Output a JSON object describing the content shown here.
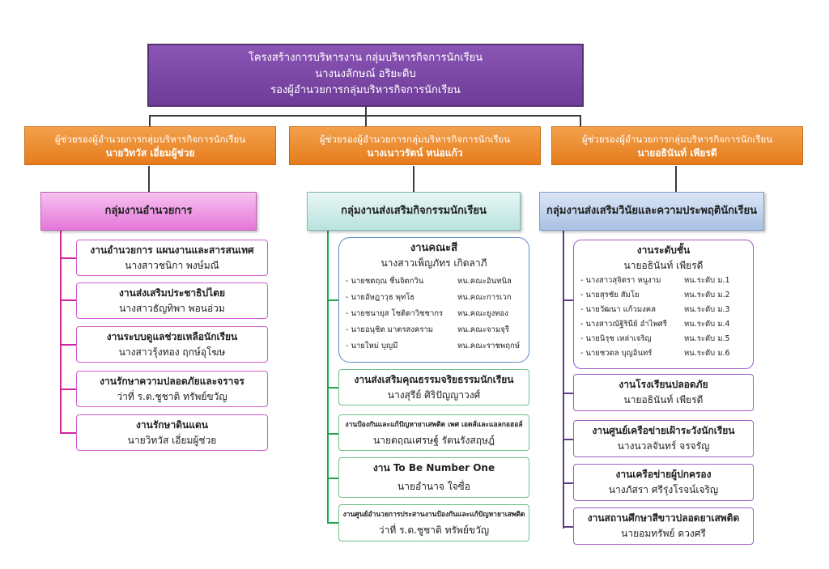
{
  "top": {
    "title": "โครงสร้างการบริหารงาน กลุ่มบริหารกิจการนักเรียน",
    "name": "นางนงลักษณ์  อริยะดิบ",
    "position": "รองผู้อำนวยการกลุ่มบริหารกิจการนักเรียน"
  },
  "assistants": [
    {
      "position": "ผู้ช่วยรองผู้อำนวยการกลุ่มบริหารกิจการนักเรียน",
      "name": "นายวิทวัส  เอี่ยมผู้ช่วย"
    },
    {
      "position": "ผู้ช่วยรองผู้อำนวยการกลุ่มบริหารกิจการนักเรียน",
      "name": "นางเนาวรัตน์  หน่อแก้ว"
    },
    {
      "position": "ผู้ช่วยรองผู้อำนวยการกลุ่มบริหารกิจการนักเรียน",
      "name": "นายอธินันท์  เพียรดี"
    }
  ],
  "groups": [
    {
      "title": "กลุ่มงานอำนวยการ",
      "items": [
        {
          "title": "งานอำนวยการ แผนงานและสารสนเทศ",
          "person": "นางสาวชนิกา  พงษ์มณี"
        },
        {
          "title": "งานส่งเสริมประชาธิปไตย",
          "person": "นางสาวธัญทิพา   พอนอ่วม"
        },
        {
          "title": "งานระบบดูแลช่วยเหลือนักเรียน",
          "person": "นางสาวรุ้งทอง  ฤกษ์อุโฆษ"
        },
        {
          "title": "งานรักษาความปลอดภัยและจราจร",
          "person": "ว่าที่ ร.ต.ชูชาติ  ทรัพย์ขวัญ"
        },
        {
          "title": "งานรักษาดินแดน",
          "person": "นายวิทวัส  เอี่ยมผู้ช่วย"
        }
      ]
    },
    {
      "title": "กลุ่มงานส่งเสริมกิจกรรมนักเรียน",
      "house": {
        "title": "งานคณะสี",
        "person": "นางสาวเพ็ญภัทร เกิดลาภี",
        "members": [
          {
            "name": "- นายชตฤณ ชื่นจิตกวิน",
            "role": "หน.คณะอินทนิล"
          },
          {
            "name": "- นายอัษฎาวุธ  พุทโธ",
            "role": "หน.คณะการเวก"
          },
          {
            "name": "- นายชนายุส  โชติดาวิชชากร",
            "role": "หน.คณะยูงทอง"
          },
          {
            "name": "- นายอนุชิต  มาตรสงคราม",
            "role": "หน.คณะจามจุรี"
          },
          {
            "name": "- นายใหม่  บุญมี",
            "role": "หน.คณะราชพฤกษ์"
          }
        ]
      },
      "items": [
        {
          "title": "งานส่งเสริมคุณธรรมจริยธรรมนักเรียน",
          "person": "นางสุรีย์  ศิริปัญญาวงศ์"
        },
        {
          "title": "งานป้องกันและแก้ปัญหายาเสพติด เพศ เอดส์และแอลกอฮอล์",
          "person": "นายตฤณเศรษฐ์  รัตนรังสฤษฎ์"
        },
        {
          "title": "งาน To Be Number One",
          "person": "นายอำนาจ ใจซื่อ"
        },
        {
          "title": "งานศูนย์อำนวยการประสานงานป้องกันและแก้ปัญหายาเสพติด",
          "person": "ว่าที่ ร.ต.ชูชาติ  ทรัพย์ขวัญ"
        }
      ]
    },
    {
      "title": "กลุ่มงานส่งเสริมวินัยและความประพฤตินักเรียน",
      "level": {
        "title": "งานระดับชั้น",
        "person": "นายอธินันท์  เพียรดี",
        "members": [
          {
            "name": "- นางสาวสุจิตรา  หนูงาม",
            "role": "หน.ระดับ ม.1"
          },
          {
            "name": "- นายสุรชัย  สัมโย",
            "role": "หน.ระดับ ม.2"
          },
          {
            "name": "- นายวัฒนา  แก้วมงคล",
            "role": "หน.ระดับ ม.3"
          },
          {
            "name": "- นางสาวณัฐิรินีย์  อำไพศรี",
            "role": "หน.ระดับ ม.4"
          },
          {
            "name": "- นายนิรุช  เหล่าเจริญ",
            "role": "หน.ระดับ ม.5"
          },
          {
            "name": "- นายชวดล  บุญอินทร์",
            "role": "หน.ระดับ ม.6"
          }
        ]
      },
      "items": [
        {
          "title": "งานโรงเรียนปลอดภัย",
          "person": "นายอธินันท์  เพียรดี"
        },
        {
          "title": "งานศูนย์เครือข่ายเฝ้าระวังนักเรียน",
          "person": "นางนวลจันทร์  จรจรัญ"
        },
        {
          "title": "งานเครือข่ายผู้ปกครอง",
          "person": "นางภัสรา  ศรีรุ่งโรจน์เจริญ"
        },
        {
          "title": "งานสถานศึกษาสีขาวปลอดยาเสพติด",
          "person": "นายอมทรัพย์  ดวงศรี"
        }
      ]
    }
  ]
}
